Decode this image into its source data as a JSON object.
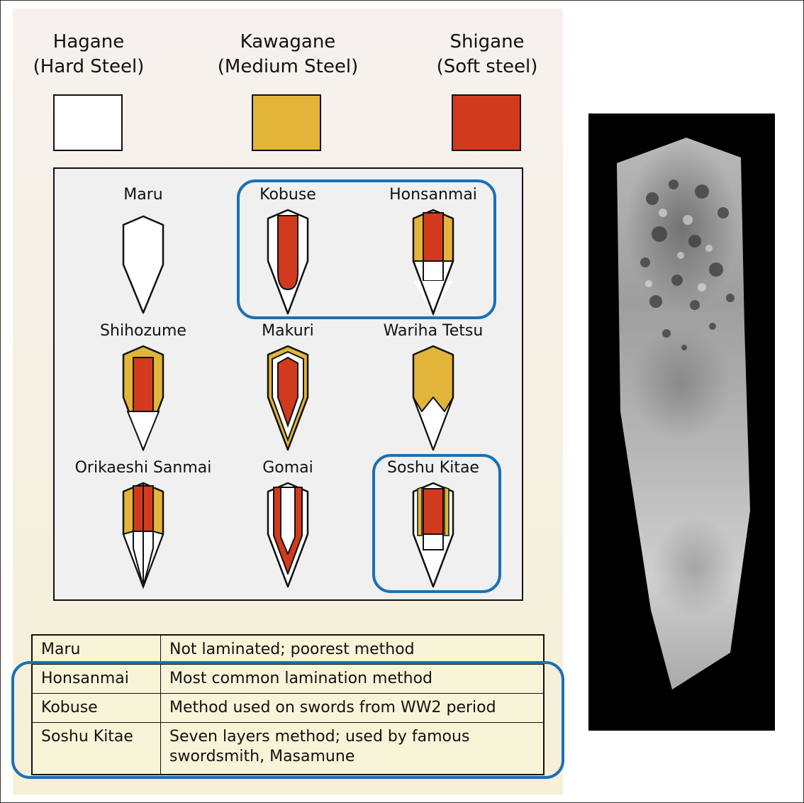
{
  "legend": [
    {
      "label": "Hagane\n(Hard Steel)",
      "color": "#ffffff"
    },
    {
      "label": "Kawagane\n(Medium Steel)",
      "color": "#e2b53a"
    },
    {
      "label": "Shigane\n(Soft steel)",
      "color": "#d23a1e"
    }
  ],
  "methods": [
    {
      "name": "Maru"
    },
    {
      "name": "Kobuse"
    },
    {
      "name": "Honsanmai"
    },
    {
      "name": "Shihozume"
    },
    {
      "name": "Makuri"
    },
    {
      "name": "Wariha Tetsu"
    },
    {
      "name": "Orikaeshi Sanmai"
    },
    {
      "name": "Gomai"
    },
    {
      "name": "Soshu Kitae"
    }
  ],
  "table": [
    {
      "name": "Maru",
      "description": "Not laminated; poorest method"
    },
    {
      "name": "Honsanmai",
      "description": "Most common lamination method"
    },
    {
      "name": "Kobuse",
      "description": "Method used on swords from WW2 period"
    },
    {
      "name": "Soshu Kitae",
      "description": "Seven layers method; used by famous swordsmith, Masamune"
    }
  ],
  "colors": {
    "hard": "#ffffff",
    "medium": "#e2b53a",
    "soft": "#d23a1e",
    "highlight": "#1a70b5"
  }
}
